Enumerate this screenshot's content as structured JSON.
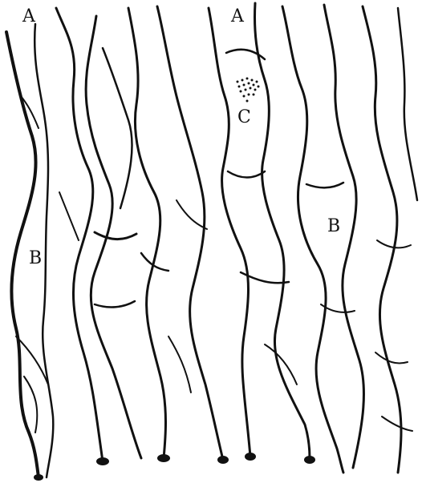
{
  "figure": {
    "labels": {
      "a_left": "A",
      "a_right": "A",
      "b_left": "B",
      "b_right": "B",
      "c": "C"
    },
    "ink_color": "#111111",
    "paper_color": "#ffffff"
  }
}
